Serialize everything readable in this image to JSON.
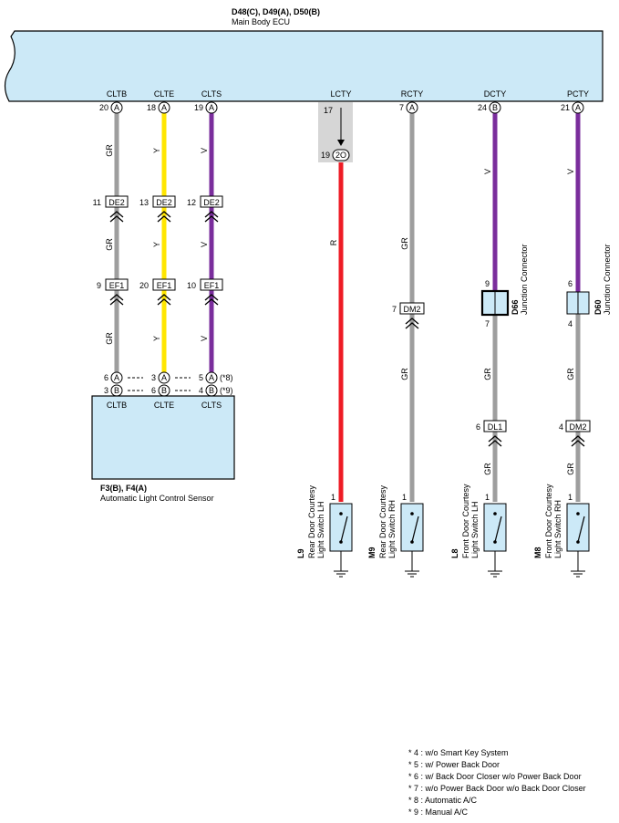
{
  "ecu": {
    "title": "D48(C), D49(A), D50(B)",
    "name": "Main Body ECU",
    "signals": [
      "CLTB",
      "CLTE",
      "CLTS",
      "LCTY",
      "RCTY",
      "DCTY",
      "PCTY"
    ],
    "pins": [
      {
        "num": "20",
        "conn": "A"
      },
      {
        "num": "18",
        "conn": "A"
      },
      {
        "num": "19",
        "conn": "A"
      },
      {
        "num": "7",
        "conn": "A"
      },
      {
        "num": "24",
        "conn": "B"
      },
      {
        "num": "21",
        "conn": "A"
      }
    ]
  },
  "wire_colors": {
    "GR": "#9e9e9e",
    "Y": "#ffe600",
    "V": "#7a2d9c",
    "R": "#ee1c25"
  },
  "sensor_wires": [
    {
      "seg1": "GR",
      "de2_pin": "11",
      "de2": "DE2",
      "seg2": "GR",
      "ef1_pin": "9",
      "ef1": "EF1",
      "seg3": "GR"
    },
    {
      "seg1": "Y",
      "de2_pin": "13",
      "de2": "DE2",
      "seg2": "Y",
      "ef1_pin": "20",
      "ef1": "EF1",
      "seg3": "Y"
    },
    {
      "seg1": "V",
      "de2_pin": "12",
      "de2": "DE2",
      "seg2": "V",
      "ef1_pin": "10",
      "ef1": "EF1",
      "seg3": "V"
    }
  ],
  "lcty": {
    "splice_top": "17",
    "splice_pin": "19",
    "splice_conn": "2O",
    "wire": "R"
  },
  "rcty": {
    "seg1": "GR",
    "conn": "DM2",
    "conn_pin": "7",
    "seg2": "GR"
  },
  "dcty": {
    "seg1": "V",
    "jc_pin_top": "9",
    "jc_pin_bottom": "7",
    "jc_id": "D66",
    "jc_name": "Junction Connector",
    "seg2": "GR",
    "conn": "DL1",
    "conn_pin": "6",
    "seg3": "GR"
  },
  "pcty": {
    "seg1": "V",
    "jc_pin_top": "6",
    "jc_pin_bottom": "4",
    "jc_id": "D60",
    "jc_name": "Junction Connector",
    "seg2": "GR",
    "conn": "DM2",
    "conn_pin": "4",
    "seg3": "GR"
  },
  "sensor": {
    "id": "F3(B), F4(A)",
    "name": "Automatic Light Control Sensor",
    "labels": [
      "CLTB",
      "CLTE",
      "CLTS"
    ],
    "rowA": {
      "p1": "6",
      "c1": "A",
      "p2": "3",
      "c2": "A",
      "p3": "5",
      "c3": "A",
      "note": "(*8)"
    },
    "rowB": {
      "p1": "3",
      "c1": "B",
      "p2": "6",
      "c2": "B",
      "p3": "4",
      "c3": "B",
      "note": "(*9)"
    }
  },
  "switches": [
    {
      "pin": "1",
      "id": "L9",
      "line1": "Rear Door Courtesy",
      "line2": "Light Switch LH"
    },
    {
      "pin": "1",
      "id": "M9",
      "line1": "Rear Door Courtesy",
      "line2": "Light Switch RH"
    },
    {
      "pin": "1",
      "id": "L8",
      "line1": "Front Door Courtesy",
      "line2": "Light Switch LH"
    },
    {
      "pin": "1",
      "id": "M8",
      "line1": "Front Door Courtesy",
      "line2": "Light Switch RH"
    }
  ],
  "notes": [
    "* 4 : w/o Smart Key System",
    "* 5 : w/ Power Back Door",
    "* 6 : w/ Back Door Closer w/o Power Back Door",
    "* 7 : w/o Power Back Door w/o Back Door Closer",
    "* 8 : Automatic A/C",
    "* 9 : Manual A/C"
  ]
}
